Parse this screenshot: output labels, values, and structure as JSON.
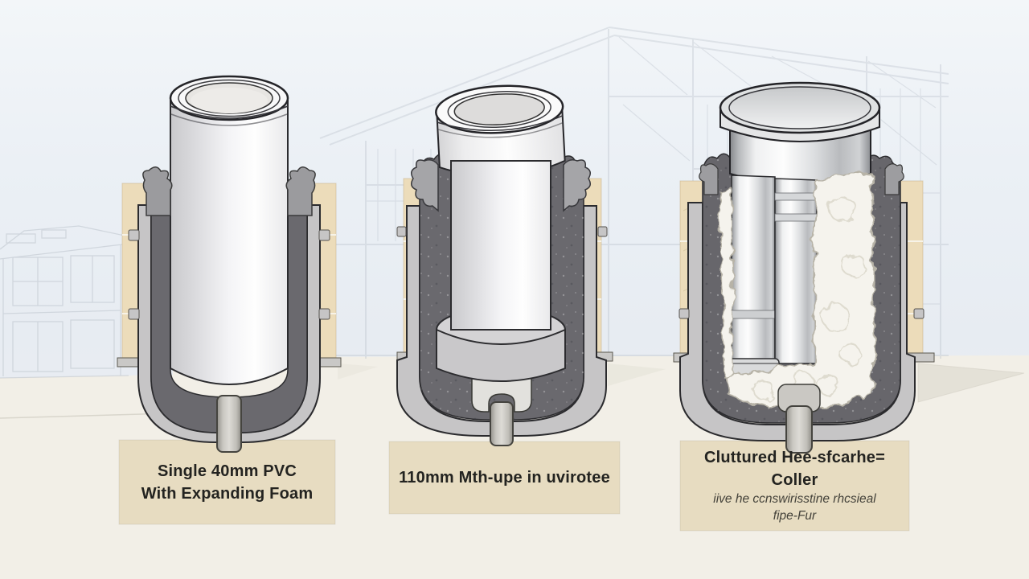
{
  "captions": [
    {
      "lines": [
        "Single 40mm PVC",
        "With Expanding Foam"
      ]
    },
    {
      "lines": [
        "110mm Mth-upe in uvirotee"
      ]
    },
    {
      "lines": [
        "Cluttured Hee-sfcarhe= Coller"
      ],
      "sub_lines": [
        "iive he ccnswirisstine rhcsieal",
        "fipe-Fur"
      ]
    }
  ],
  "colors": {
    "label-box": "#e7dcc1",
    "wall-panel": "#ecdcba",
    "sleeve-dark": "#6a696e",
    "shell-gray": "#c6c5c6",
    "ground": "#f2efe7",
    "foam-white": "#f5f3ed",
    "caption-text": "#232320",
    "caption-subtext": "#44423a"
  }
}
